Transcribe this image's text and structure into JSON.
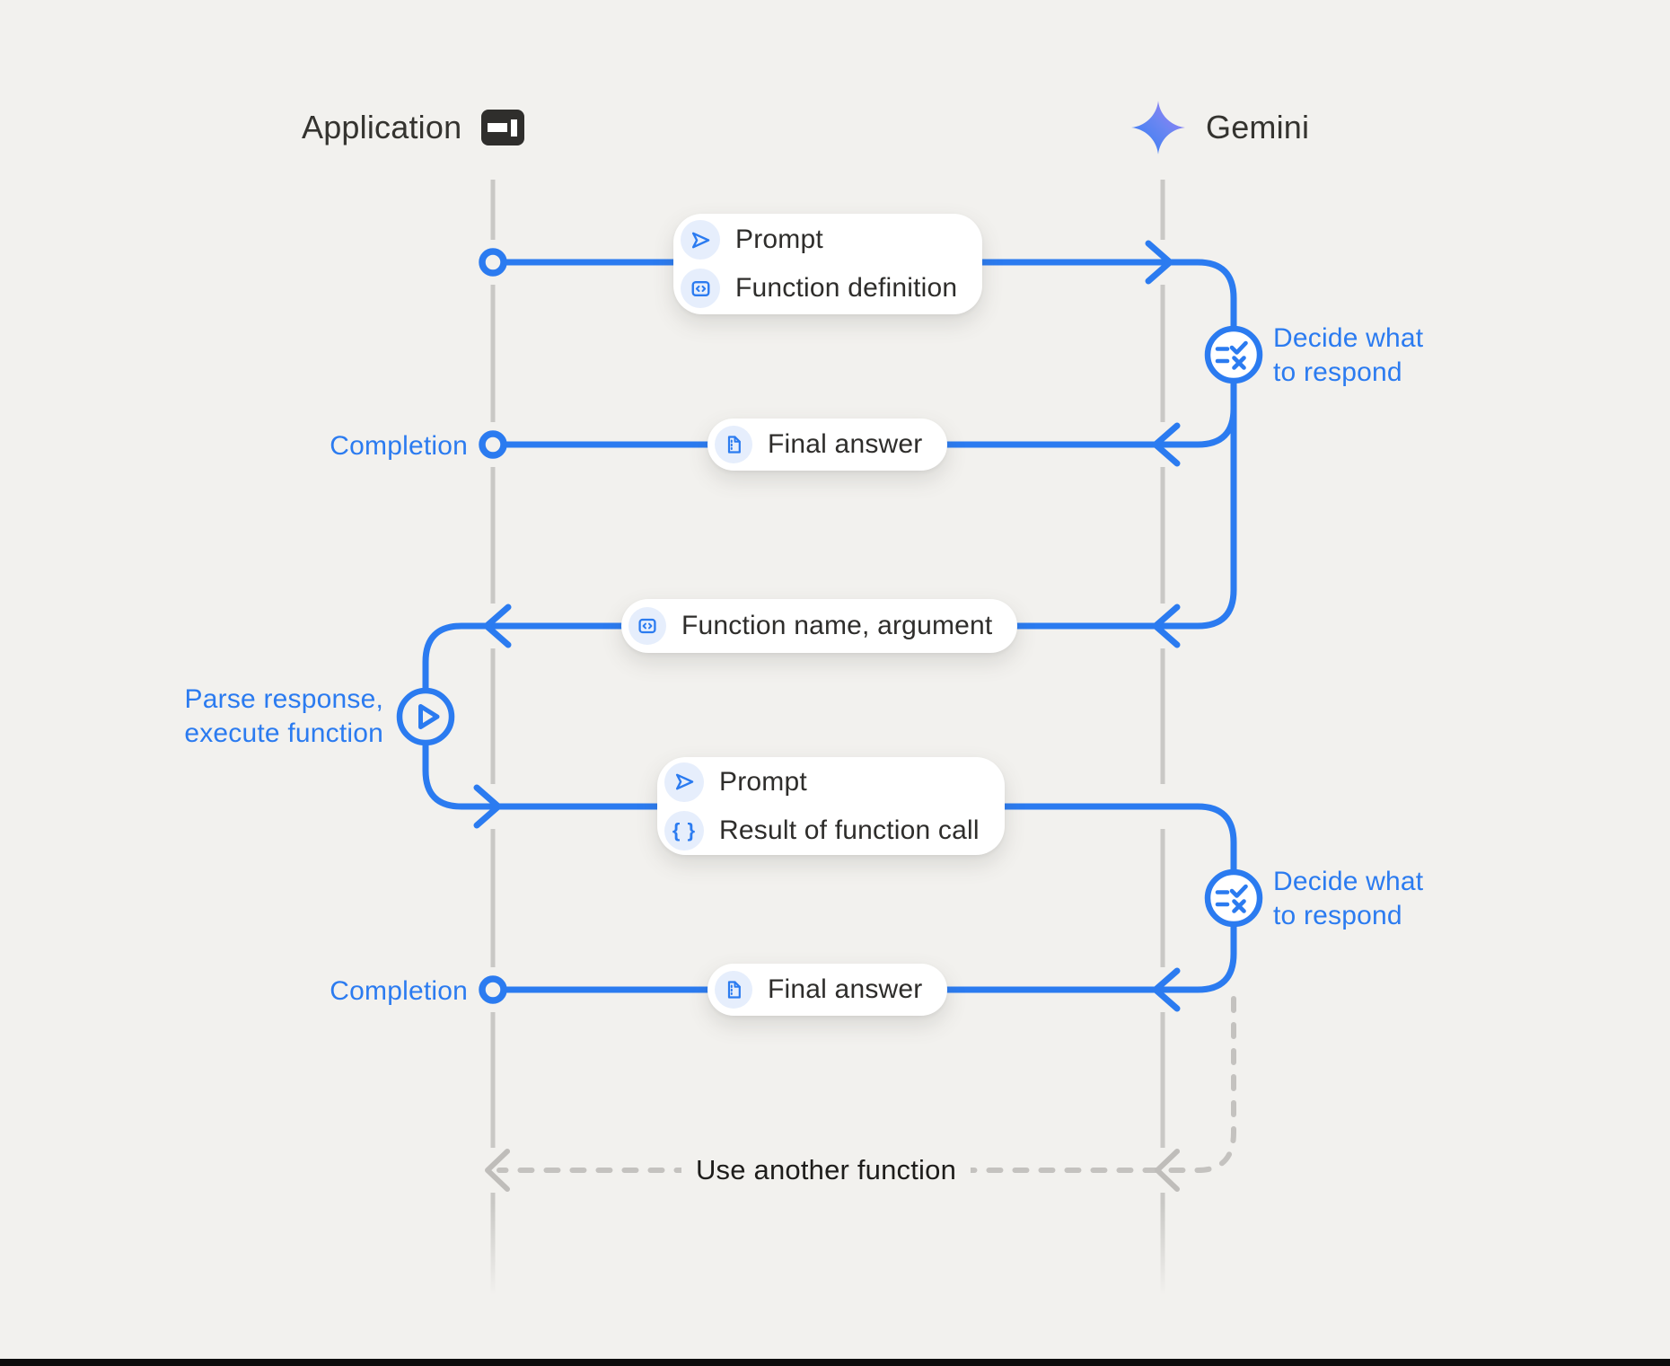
{
  "header": {
    "application_label": "Application",
    "gemini_label": "Gemini"
  },
  "messages": {
    "prompt_definition": {
      "row1": "Prompt",
      "row2": "Function definition"
    },
    "final_answer_1": {
      "label": "Final answer"
    },
    "function_name": {
      "label": "Function name, argument"
    },
    "prompt_result": {
      "row1": "Prompt",
      "row2": "Result of function call"
    },
    "final_answer_2": {
      "label": "Final answer"
    }
  },
  "annotations": {
    "completion_1": "Completion",
    "completion_2": "Completion",
    "decide_1": "Decide what\nto respond",
    "decide_2": "Decide what\nto respond",
    "parse_execute": "Parse response,\nexecute function",
    "use_another_function": "Use another function"
  },
  "icons": {
    "app_window": "app-window-icon",
    "gemini_star": "gemini-star-icon",
    "send": "send-icon",
    "code_box": "code-box-icon",
    "document": "document-icon",
    "braces": "braces-icon",
    "braces_glyph": "{ }",
    "decide": "decide-checklist-icon",
    "play": "play-icon"
  },
  "colors": {
    "accent_blue": "#2b7bf0",
    "light_blue_bg": "#e6eefc",
    "box_bg": "#ffffff",
    "canvas_bg": "#f2f1ee",
    "lifeline_gray": "#c9c8c5",
    "dash_gray": "#c4c2bf",
    "dark_text": "#2e2d2b"
  }
}
